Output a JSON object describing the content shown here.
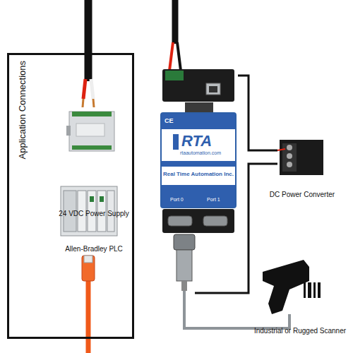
{
  "diagram": {
    "nodes": [
      {
        "text": [
          "Application Connections"
        ]
      },
      {
        "text": [
          "24 VDC Power Supply"
        ],
        "in": 0
      },
      {
        "text": [
          "Allen-Bradley PLC"
        ],
        "in": 0
      },
      {
        "text": [
          "CE",
          "RTA",
          "rtaautomation.com",
          "Real Time Automation Inc.",
          "Port 0",
          "Port 1"
        ]
      },
      {
        "text": [
          "DC Power Converter"
        ]
      },
      {
        "text": [
          "Industrial or Rugged Scanner"
        ]
      }
    ],
    "edges": [
      {
        "from": 3,
        "to": 4,
        "arrow": "none"
      },
      {
        "from": 3,
        "to": 5,
        "arrow": "none"
      }
    ]
  }
}
